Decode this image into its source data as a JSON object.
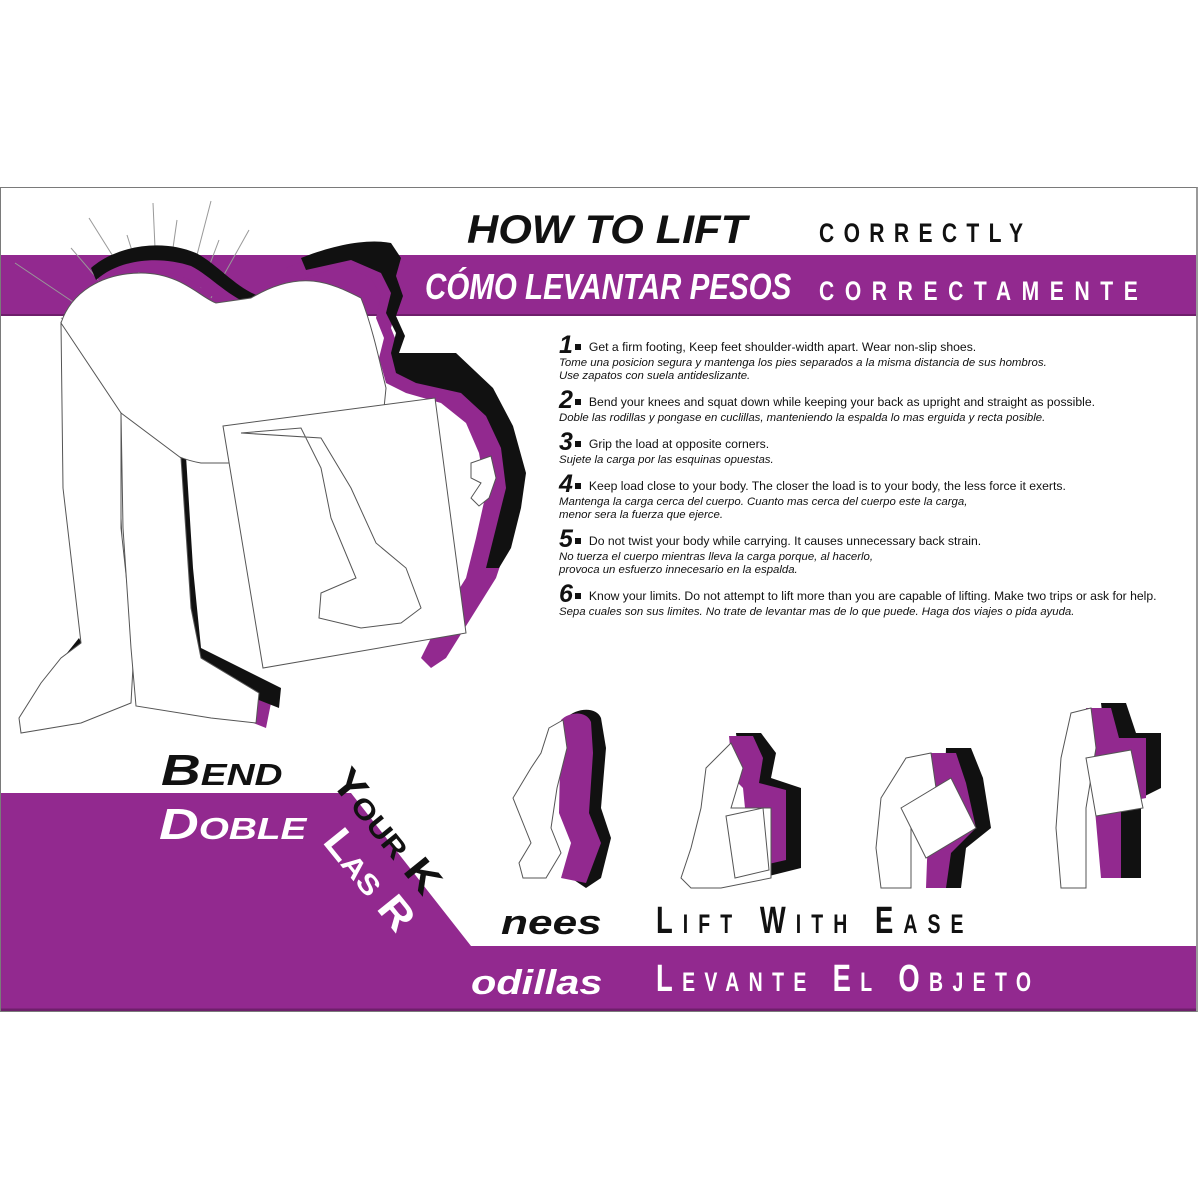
{
  "poster": {
    "colors": {
      "accent": "#92298f",
      "ink": "#111111",
      "paper": "#ffffff"
    },
    "header": {
      "title_en_bold": "HOW TO LIFT",
      "title_en_spaced": "CORRECTLY",
      "title_es_bold": "CÓMO LEVANTAR PESOS",
      "title_es_spaced": "CORRECTAMENTE"
    },
    "steps": [
      {
        "number": "1",
        "en": "Get a firm footing, Keep feet shoulder-width apart. Wear non-slip shoes.",
        "es": "Tome una posicion segura y mantenga los pies separados a la misma distancia de sus hombros.\nUse zapatos con suela antideslizante."
      },
      {
        "number": "2",
        "en": "Bend your knees and squat down while keeping your back as upright and straight as possible.",
        "es": "Doble las rodillas y pongase en cuclillas, manteniendo la espalda lo mas erguida y recta posible."
      },
      {
        "number": "3",
        "en": "Grip the load at opposite corners.",
        "es": "Sujete la carga por las esquinas opuestas."
      },
      {
        "number": "4",
        "en": "Keep load close to your body. The closer the load is to your body, the less force it exerts.",
        "es": "Mantenga la carga cerca del cuerpo. Cuanto mas cerca del cuerpo este la carga,\nmenor sera la fuerza que ejerce."
      },
      {
        "number": "5",
        "en": "Do not twist your body while carrying. It causes unnecessary back strain.",
        "es": "No tuerza el cuerpo mientras lleva la carga porque, al hacerlo,\nprovoca un esfuerzo innecesario en la espalda."
      },
      {
        "number": "6",
        "en": "Know your limits. Do not attempt to lift more than you are capable of lifting. Make two trips or ask for help.",
        "es": "Sepa cuales son sus limites. No trate de levantar mas de lo que puede. Haga dos viajes o pida ayuda."
      }
    ],
    "slogans": {
      "bend_en": "Bend",
      "your_en": "Your K",
      "knees_en": "nees",
      "doble_es": "Doble",
      "las_r_es": "Las R",
      "odillas_es": "odillas",
      "lift_en": "Lift With Ease",
      "lift_es": "Levante El Objeto"
    },
    "illustrations": {
      "main": "person-bending-lifting-box-illustration",
      "sequence": [
        "person-squatting-illustration",
        "person-gripping-box-illustration",
        "person-lifting-box-illustration",
        "person-standing-with-box-illustration"
      ]
    }
  }
}
